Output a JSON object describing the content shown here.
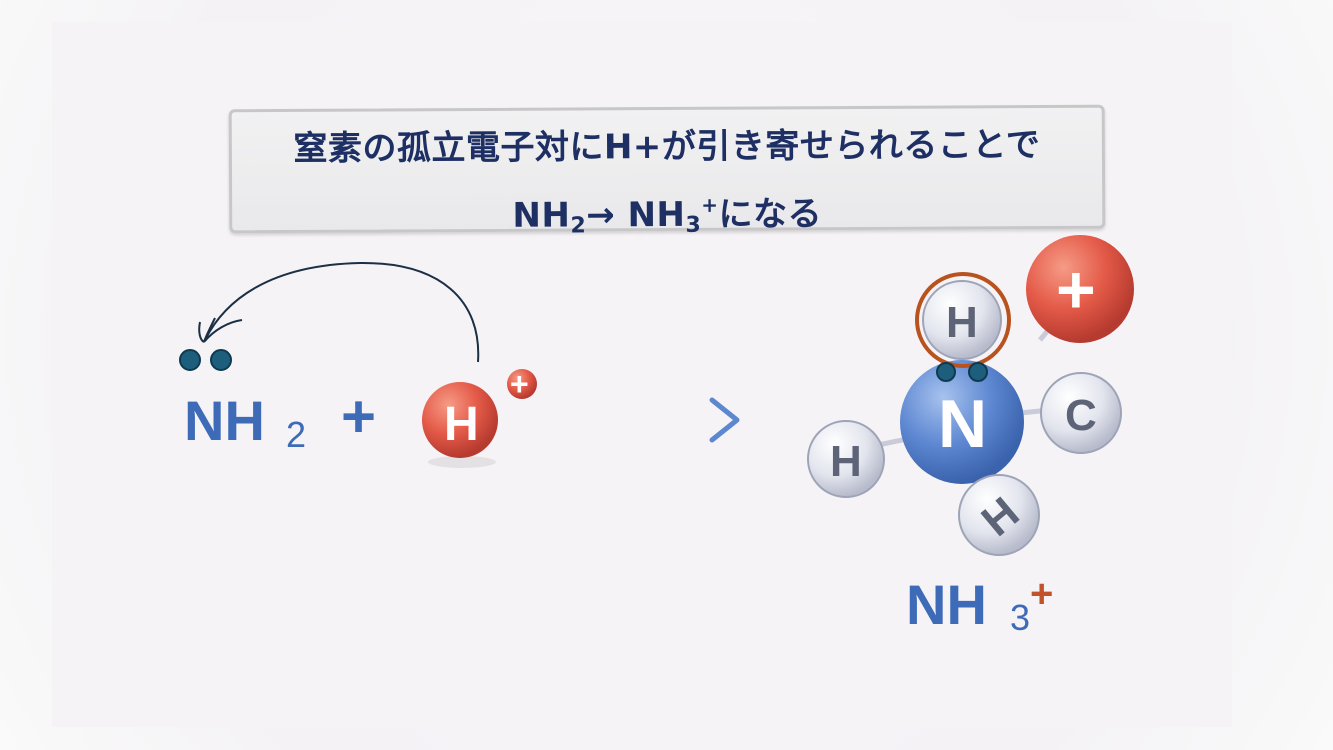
{
  "title": {
    "line1": "窒素の孤立電子対にH+が引き寄せられることで",
    "line2_pre": "NH",
    "line2_sub": "2",
    "line2_mid": "→ NH",
    "line2_sub2": "3",
    "line2_sup": "+",
    "line2_post": "になる"
  },
  "left": {
    "nh2_main": "NH",
    "nh2_sub": "2",
    "plus": "+",
    "proton_label": "H",
    "proton_charge": "+"
  },
  "right": {
    "center_atom": "N",
    "h_top": "H",
    "h_left": "H",
    "h_bottom": "H",
    "c_atom": "C",
    "plus_ball": "+",
    "product_main": "NH",
    "product_sub": "3",
    "product_charge": "+"
  },
  "colors": {
    "title_text": "#1e2f63",
    "formula_blue": "#3d6bb7",
    "proton_red": "#e0584a",
    "nitrogen_blue": "#5b86cf",
    "electron_teal": "#1d5e7c",
    "highlight_ring": "#b8521f",
    "arrow_blue": "#7d9fd6"
  }
}
